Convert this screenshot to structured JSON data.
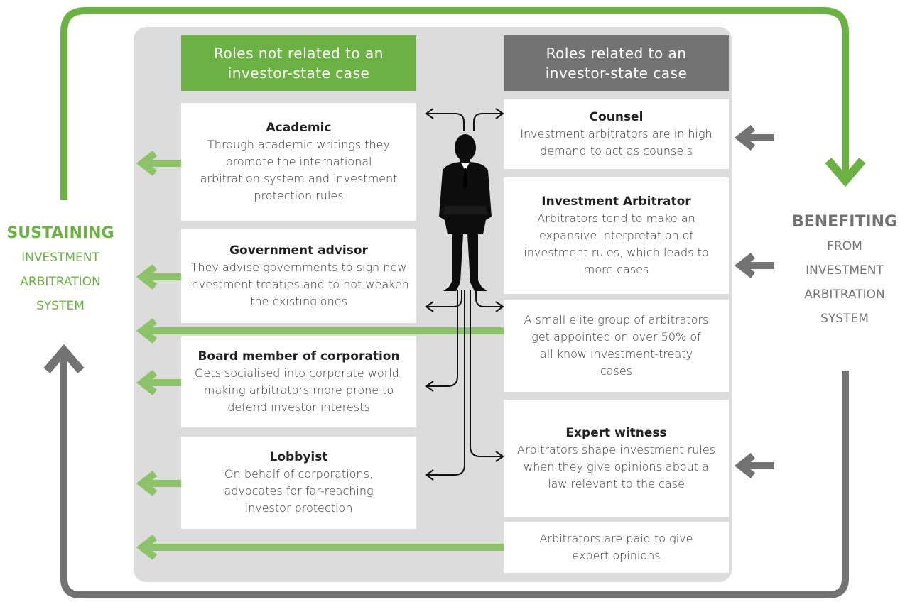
{
  "headers": {
    "left": "Roles not related to an investor-state case",
    "right": "Roles related to an investor-state case"
  },
  "left_roles": [
    {
      "title": "Academic",
      "description": "Through academic writings they promote the international arbitration system and investment protection rules"
    },
    {
      "title": "Government advisor",
      "description": "They advise governments to sign new investment treaties and to not weaken the existing ones"
    },
    {
      "title": "Board member of corporation",
      "description": "Gets socialised into corporate world, making arbitrators more prone to defend investor interests"
    },
    {
      "title": "Lobbyist",
      "description": "On behalf of corporations, advocates for far-reaching investor protection"
    }
  ],
  "right_roles": [
    {
      "title": "Counsel",
      "description": "Investment arbitrators are in high demand to act as counsels"
    },
    {
      "title": "Investment Arbitrator",
      "description": "Arbitrators tend to make an expansive interpretation of investment rules, which leads to more cases"
    },
    {
      "title": "",
      "description": "A small elite group of arbitrators get appointed on over 50% of all know investment-treaty cases"
    },
    {
      "title": "Expert witness",
      "description": "Arbitrators shape investment rules when they give opinions about a law relevant to the case"
    },
    {
      "title": "",
      "description": "Arbitrators are paid to give expert opinions"
    }
  ],
  "side_labels": {
    "left_main": "SUSTAINING",
    "left_sub": [
      "INVESTMENT",
      "ARBITRATION",
      "SYSTEM"
    ],
    "right_main": "BENEFITING",
    "right_sub": [
      "FROM",
      "INVESTMENT",
      "ARBITRATION",
      "SYSTEM"
    ]
  },
  "colors": {
    "green": "#6cb144",
    "gray": "#737373",
    "light_green": "#8cc36a",
    "panel": "#dcdcdc"
  },
  "icons": [
    "businessman-figure"
  ]
}
